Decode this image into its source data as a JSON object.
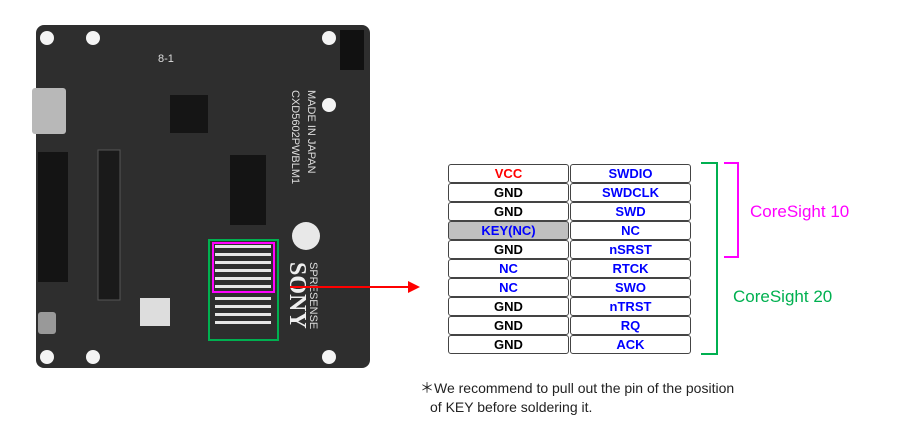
{
  "board": {
    "logo_text": "SONY",
    "product_text": "SPRESENSE",
    "part_text": "CXD5602PWBLM1",
    "origin_text": "MADE IN JAPAN",
    "silk_text": "8-1"
  },
  "pinout": {
    "rows": [
      {
        "left": "VCC",
        "right": "SWDIO",
        "left_color": "#ff0000"
      },
      {
        "left": "GND",
        "right": "SWDCLK",
        "left_color": "#000000"
      },
      {
        "left": "GND",
        "right": "SWD",
        "left_color": "#000000"
      },
      {
        "left": "KEY(NC)",
        "right": "NC",
        "left_color": "#0000ff",
        "left_bg": "#c0c0c0"
      },
      {
        "left": "GND",
        "right": "nSRST",
        "left_color": "#000000"
      },
      {
        "left": "NC",
        "right": "RTCK",
        "left_color": "#0000ff"
      },
      {
        "left": "NC",
        "right": "SWO",
        "left_color": "#0000ff"
      },
      {
        "left": "GND",
        "right": "nTRST",
        "left_color": "#000000"
      },
      {
        "left": "GND",
        "right": "RQ",
        "left_color": "#000000"
      },
      {
        "left": "GND",
        "right": "ACK",
        "left_color": "#000000"
      }
    ],
    "right_color": "#0000ff"
  },
  "brackets": {
    "coresight10": {
      "label": "CoreSight 10",
      "color": "#ff00ff"
    },
    "coresight20": {
      "label": "CoreSight 20",
      "color": "#00b050"
    }
  },
  "arrow_color": "#ff0000",
  "note": {
    "line1": "＊We recommend to pull out the pin of the position",
    "line2": "of KEY before soldering it."
  }
}
